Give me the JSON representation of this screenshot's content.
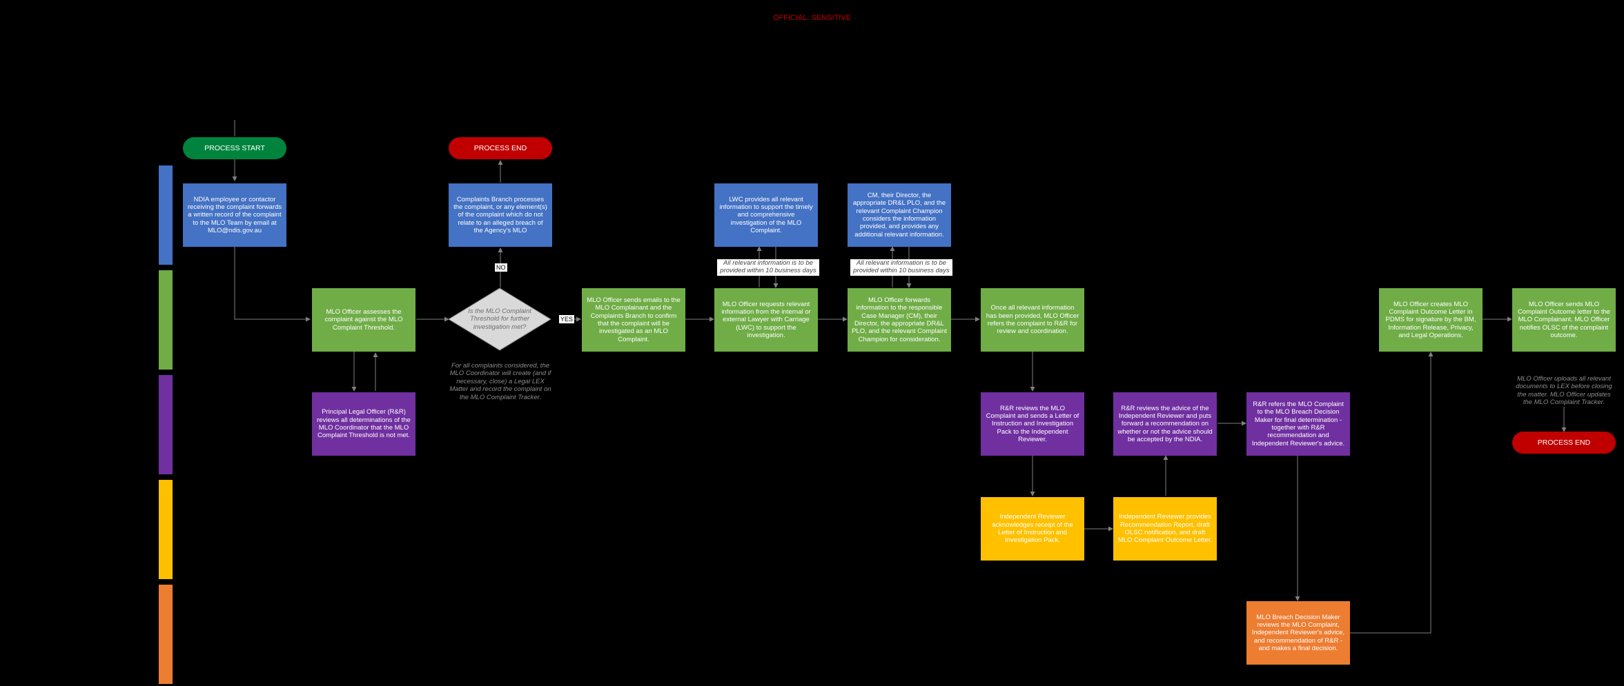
{
  "header": {
    "classification": "OFFICIAL: SENSITIVE"
  },
  "colors": {
    "blue": "#4472c4",
    "green": "#70ad47",
    "purple": "#7030a0",
    "yellow": "#ffc000",
    "orange": "#ed7d31",
    "start": "#00843d",
    "end": "#c00000"
  },
  "terminals": {
    "start": "PROCESS START",
    "end_top": "PROCESS END",
    "end_right": "PROCESS END"
  },
  "steps": {
    "ndia_receive": "NDIA employee or contactor receiving the complaint forwards a written record of the complaint to the MLO Team by email at MLO@ndis.gov.au",
    "assess": "MLO Officer assesses the complaint against the MLO Complaint Threshold.",
    "plo_review": "Principal Legal Officer (R&R) reviews all determinations of the MLO Coordinator that the MLO Complaint Threshold is not met.",
    "decision": "Is the MLO Complaint Threshold for further investigation met?",
    "complaints_branch": "Complaints Branch processes the complaint, or any element(s) of the complaint which do not relate to an alleged breach of the Agency's MLO",
    "send_emails": "MLO Officer sends emails to the MLO Complainant and the Complaints Branch to confirm that the complaint will be investigated as an MLO Complaint.",
    "request_info": "MLO Officer requests relevant information from the internal or external Lawyer with Carriage (LWC) to support the investigation.",
    "lwc_provides": "LWC provides all relevant information to support the timely and comprehensive investigation of the MLO Complaint.",
    "forward_info": "MLO Officer forwards information to the responsible Case Manager (CM), their Director, the appropriate DR&L PLO, and the relevant Complaint Champion for consideration.",
    "cm_considers": "CM, their Director, the appropriate DR&L PLO, and the relevant Complaint Champion considers the information provided, and provides any additional relevant information.",
    "refer_rr": "Once all relevant information has been provided, MLO Officer refers the complaint to R&R for review and coordination.",
    "rr_reviews": "R&R reviews the MLO Complaint and sends a Letter of Instruction and Investigation Pack to the Independent Reviewer.",
    "ir_acknowledges": "Independent Reviewer acknowledges receipt of the Letter of Instruction and Investigation Pack.",
    "ir_provides": "Independent Reviewer provides Recommendation Report, draft OLSC notification, and draft MLO Complaint Outcome Letter.",
    "rr_advice": "R&R reviews the advice of the Independent Reviewer and puts forward a recommendation on whether or not the advice should be accepted by the NDIA.",
    "rr_refers_dm": "R&R refers the MLO Complaint to the MLO Breach Decision Maker for final determination - together with R&R recommendation and Independent Reviewer's advice.",
    "decision_maker": "MLO Breach Decision Maker reviews the MLO Complaint, Independent Reviewer's advice, and recommendation of R&R - and makes a final decision.",
    "outcome_letter": "MLO Officer creates MLO Complaint Outcome Letter in PDMS for signature by the BM, Information Release, Privacy, and Legal Operations.",
    "send_outcome": "MLO Officer sends MLO Complaint Outcome letter to the MLO Complainant. MLO Officer notifies OLSC of the complaint outcome."
  },
  "labels": {
    "yes": "YES",
    "no": "NO"
  },
  "notes": {
    "coordinator": "For all complaints considered, the MLO Coordinator will create (and if necessary, close) a Legal LEX Matter and record the complaint on the MLO Complaint Tracker.",
    "lwc_timeframe": "All relevant information is to be provided within 10 business days",
    "cm_timeframe": "All relevant information is to be provided within 10 business days",
    "upload": "MLO Officer uploads all relevant documents to LEX before closing the matter. MLO Officer updates the MLO Complaint Tracker."
  }
}
